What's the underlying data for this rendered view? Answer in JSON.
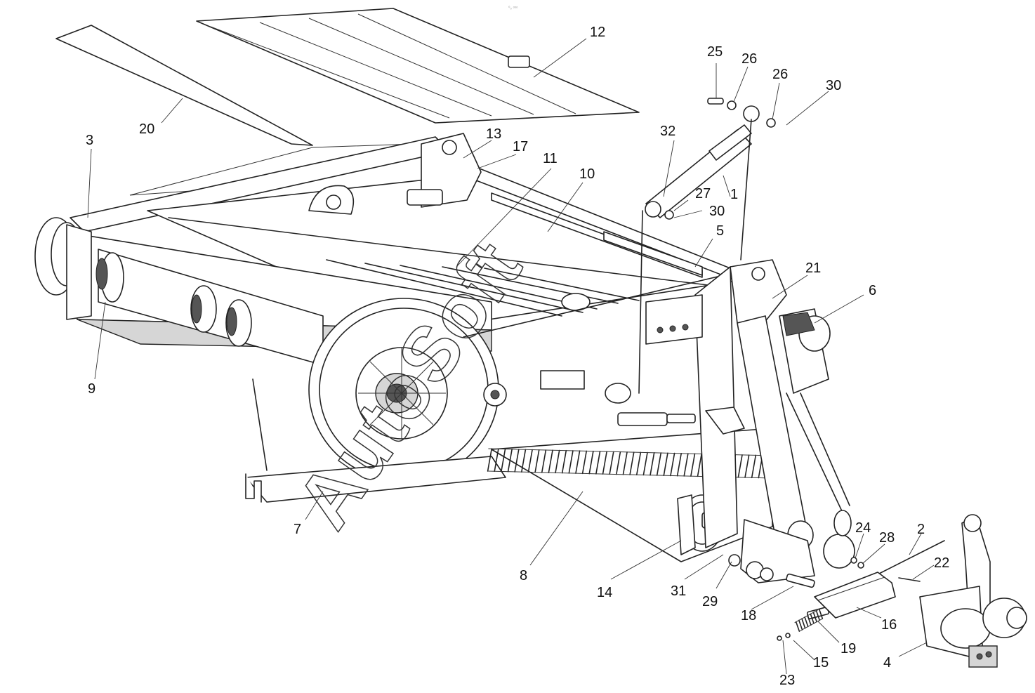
{
  "diagram": {
    "top_mark": "⁰₀ ᵒᵒᵒ",
    "watermark": "AutoSoft",
    "callouts": [
      {
        "id": "c12",
        "label": "12"
      },
      {
        "id": "c20",
        "label": "20"
      },
      {
        "id": "c3",
        "label": "3"
      },
      {
        "id": "c13",
        "label": "13"
      },
      {
        "id": "c17",
        "label": "17"
      },
      {
        "id": "c11",
        "label": "11"
      },
      {
        "id": "c10",
        "label": "10"
      },
      {
        "id": "c25",
        "label": "25"
      },
      {
        "id": "c26a",
        "label": "26"
      },
      {
        "id": "c26b",
        "label": "26"
      },
      {
        "id": "c30a",
        "label": "30"
      },
      {
        "id": "c32",
        "label": "32"
      },
      {
        "id": "c27",
        "label": "27"
      },
      {
        "id": "c30b",
        "label": "30"
      },
      {
        "id": "c1",
        "label": "1"
      },
      {
        "id": "c5",
        "label": "5"
      },
      {
        "id": "c21",
        "label": "21"
      },
      {
        "id": "c6",
        "label": "6"
      },
      {
        "id": "c9",
        "label": "9"
      },
      {
        "id": "c7",
        "label": "7"
      },
      {
        "id": "c8",
        "label": "8"
      },
      {
        "id": "c14",
        "label": "14"
      },
      {
        "id": "c31",
        "label": "31"
      },
      {
        "id": "c29",
        "label": "29"
      },
      {
        "id": "c24",
        "label": "24"
      },
      {
        "id": "c28",
        "label": "28"
      },
      {
        "id": "c2",
        "label": "2"
      },
      {
        "id": "c22",
        "label": "22"
      },
      {
        "id": "c18",
        "label": "18"
      },
      {
        "id": "c16",
        "label": "16"
      },
      {
        "id": "c19",
        "label": "19"
      },
      {
        "id": "c15",
        "label": "15"
      },
      {
        "id": "c23",
        "label": "23"
      },
      {
        "id": "c4",
        "label": "4"
      }
    ]
  }
}
